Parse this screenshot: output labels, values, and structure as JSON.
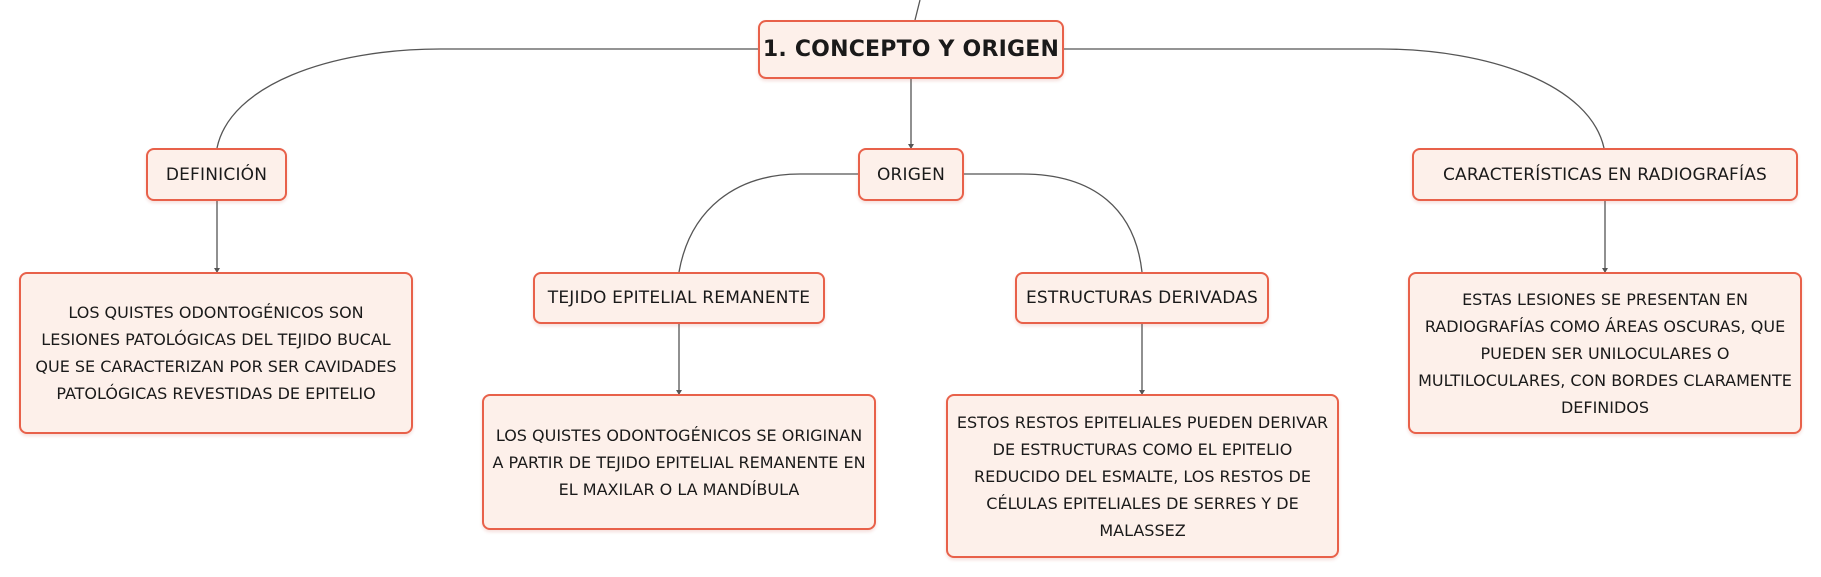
{
  "diagram": {
    "root": {
      "label": "1. CONCEPTO Y ORIGEN"
    },
    "branches": {
      "definicion": {
        "label": "DEFINICIÓN",
        "detail": "LOS QUISTES ODONTOGÉNICOS SON LESIONES PATOLÓGICAS DEL TEJIDO BUCAL QUE SE CARACTERIZAN POR SER CAVIDADES PATOLÓGICAS REVESTIDAS DE EPITELIO"
      },
      "origen": {
        "label": "ORIGEN",
        "children": {
          "tejido": {
            "label": "TEJIDO EPITELIAL REMANENTE",
            "detail": "LOS QUISTES ODONTOGÉNICOS SE ORIGINAN A PARTIR DE TEJIDO EPITELIAL REMANENTE EN EL MAXILAR O LA MANDÍBULA"
          },
          "estructuras": {
            "label": "ESTRUCTURAS DERIVADAS",
            "detail": "ESTOS RESTOS EPITELIALES PUEDEN DERIVAR DE ESTRUCTURAS COMO EL EPITELIO REDUCIDO DEL ESMALTE, LOS RESTOS DE CÉLULAS EPITELIALES DE SERRES Y DE MALASSEZ"
          }
        }
      },
      "caracteristicas": {
        "label": "CARACTERÍSTICAS EN RADIOGRAFÍAS",
        "detail": "ESTAS LESIONES SE PRESENTAN EN RADIOGRAFÍAS COMO ÁREAS OSCURAS, QUE PUEDEN SER UNILOCULARES O MULTILOCULARES, CON BORDES CLARAMENTE DEFINIDOS"
      }
    },
    "colors": {
      "node_border": "#e8614a",
      "node_fill": "#fdf0ea",
      "connector": "#555555"
    }
  }
}
